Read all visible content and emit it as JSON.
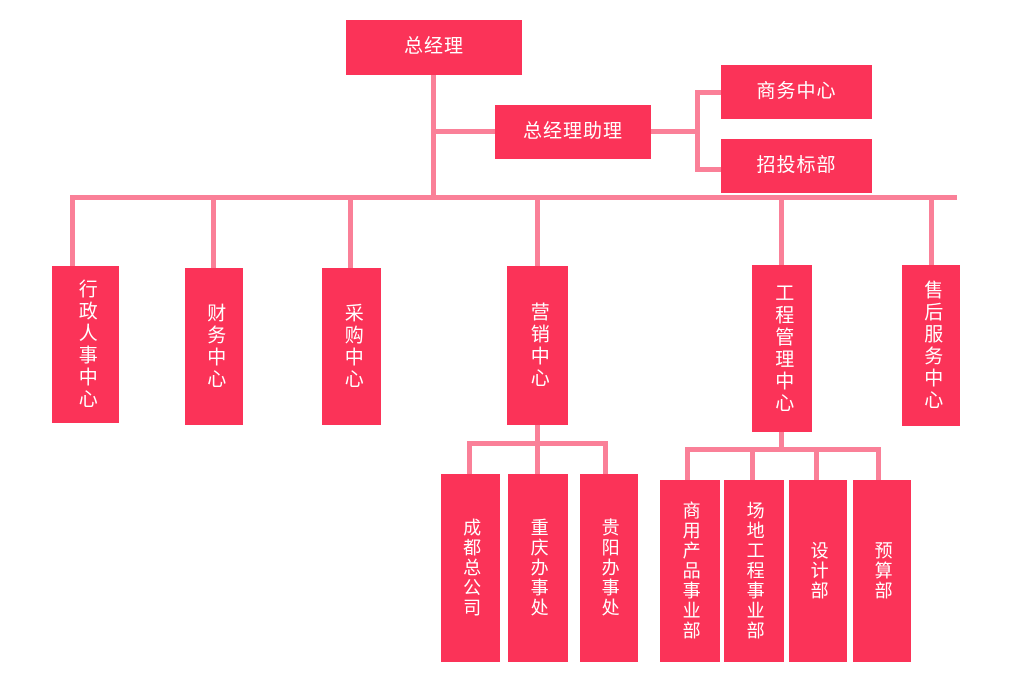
{
  "page": {
    "title": "组织架构图",
    "background_color": "#ffffff",
    "node_color": "#fb3358",
    "line_color": "#fa8098",
    "text_color": "#ffffff"
  },
  "nodes": {
    "general_manager": "总经理",
    "gm_assistant": "总经理助理",
    "business_center": "商务中心",
    "bidding_department": "招投标部",
    "admin_hr_center": "行政人事中心",
    "finance_center": "财务中心",
    "procurement_center": "采购中心",
    "marketing_center": "营销中心",
    "engineering_management_center": "工程管理中心",
    "aftersales_service_center": "售后服务中心",
    "chengdu_head_company": "成都总公司",
    "chongqing_office": "重庆办事处",
    "guiyang_office": "贵阳办事处",
    "commercial_product_division": "商用产品事业部",
    "site_engineering_division": "场地工程事业部",
    "design_department": "设计部",
    "budget_department": "预算部"
  },
  "org_structure": {
    "root": "总经理",
    "staff": {
      "label": "总经理助理",
      "children": [
        "商务中心",
        "招投标部"
      ]
    },
    "divisions": [
      {
        "label": "行政人事中心",
        "children": []
      },
      {
        "label": "财务中心",
        "children": []
      },
      {
        "label": "采购中心",
        "children": []
      },
      {
        "label": "营销中心",
        "children": [
          "成都总公司",
          "重庆办事处",
          "贵阳办事处"
        ]
      },
      {
        "label": "工程管理中心",
        "children": [
          "商用产品事业部",
          "场地工程事业部",
          "设计部",
          "预算部"
        ]
      },
      {
        "label": "售后服务中心",
        "children": []
      }
    ]
  }
}
